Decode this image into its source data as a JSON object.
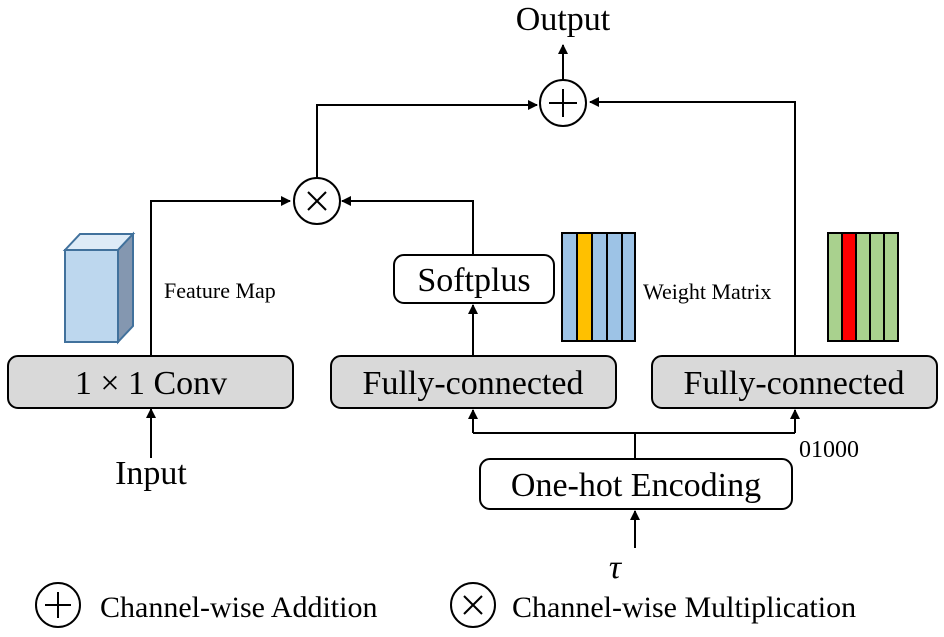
{
  "labels": {
    "output": "Output",
    "input": "Input",
    "tau": "τ",
    "feature_map": "Feature Map",
    "weight_matrix": "Weight Matrix",
    "onehot_code": "01000"
  },
  "blocks": {
    "conv": "1 × 1 Conv",
    "fc_left": "Fully-connected",
    "fc_right": "Fully-connected",
    "softplus": "Softplus",
    "onehot": "One-hot Encoding"
  },
  "operators": {
    "add_symbol": "+",
    "mul_symbol": "×"
  },
  "legend": {
    "addition": "Channel-wise Addition",
    "multiplication": "Channel-wise Multiplication"
  },
  "colors": {
    "block_fill": "#d9d9d9",
    "feature_map_front": "#bdd7ee",
    "feature_map_top": "#deebf7",
    "feature_map_side": "#8497b0",
    "feature_map_stroke": "#41719c",
    "weight_blue": "#9dc3e6",
    "weight_highlight": "#ffc000",
    "weight_green": "#a9d18e",
    "weight_green_highlight": "#ff0000"
  }
}
